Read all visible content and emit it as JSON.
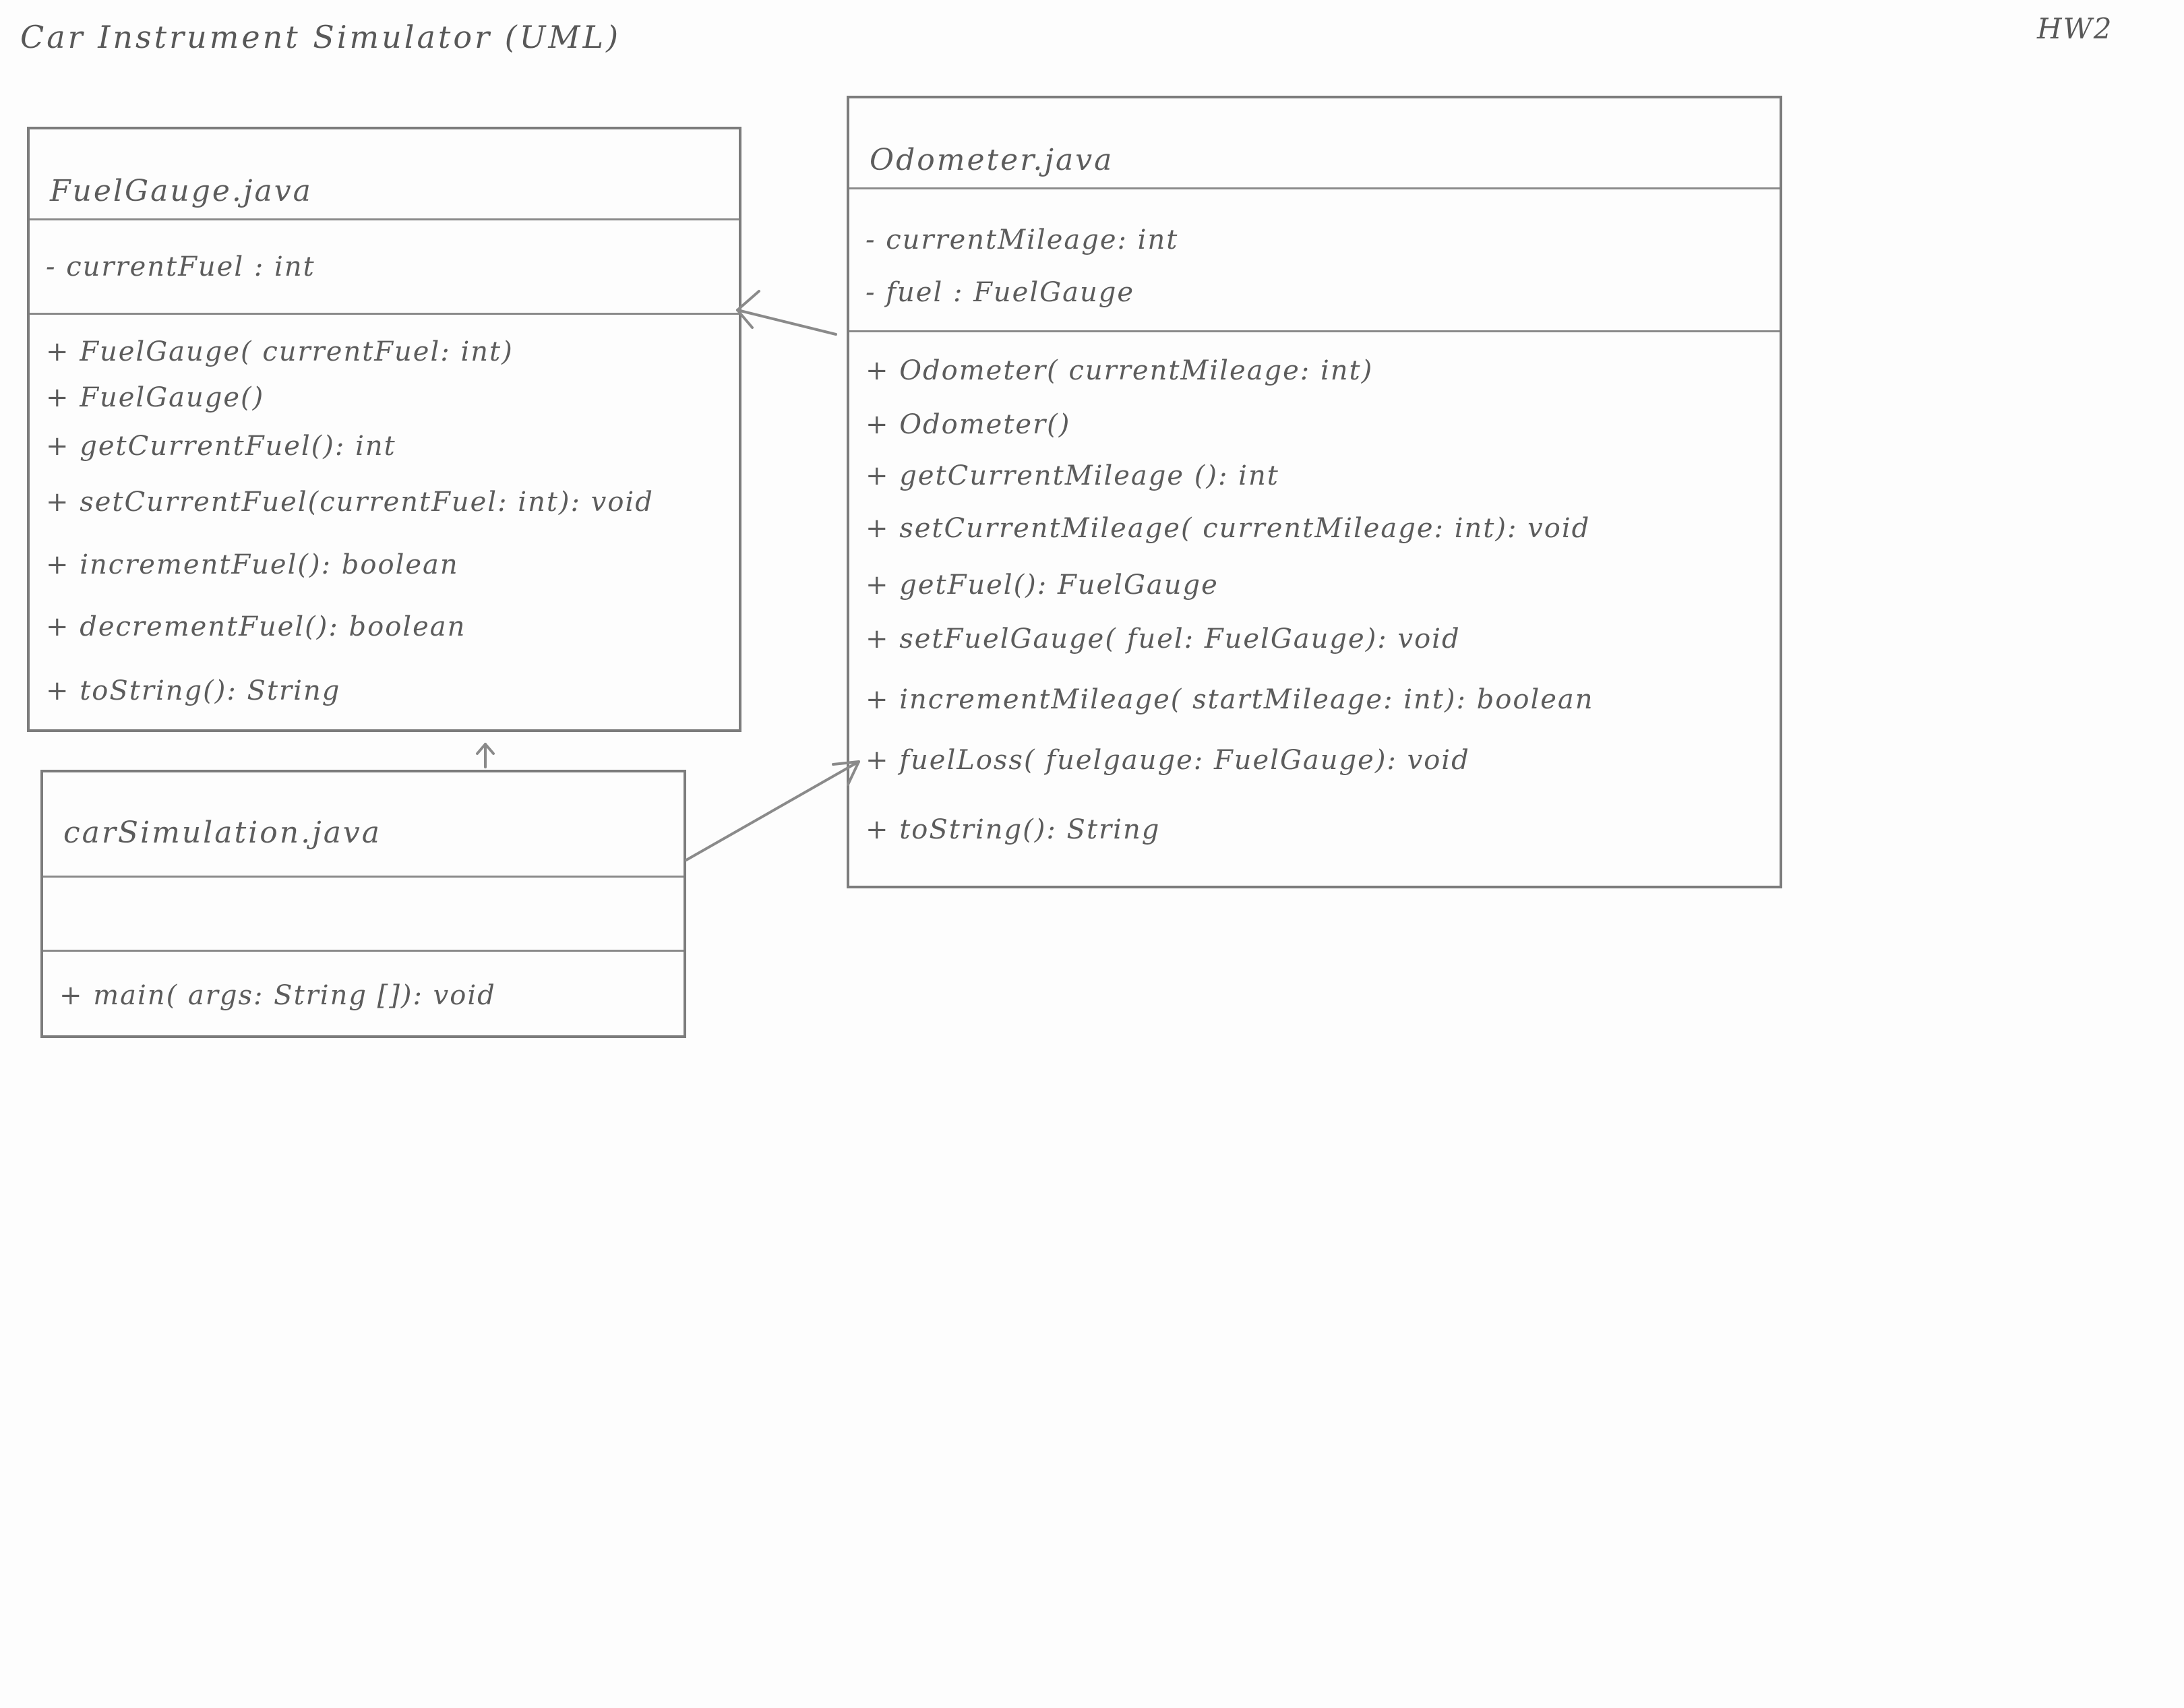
{
  "title": "Car Instrument Simulator (UML)",
  "corner_label": "HW2",
  "classes": {
    "fuel_gauge": {
      "name": "FuelGauge.java",
      "attributes": [
        "- currentFuel : int"
      ],
      "operations": [
        "+ FuelGauge( currentFuel: int)",
        "+ FuelGauge()",
        "+ getCurrentFuel(): int",
        "+ setCurrentFuel(currentFuel: int): void",
        "+ incrementFuel(): boolean",
        "+ decrementFuel(): boolean",
        "+ toString(): String"
      ]
    },
    "odometer": {
      "name": "Odometer.java",
      "attributes": [
        "- currentMileage: int",
        "- fuel : FuelGauge"
      ],
      "operations": [
        "+ Odometer( currentMileage: int)",
        "+ Odometer()",
        "+ getCurrentMileage (): int",
        "+ setCurrentMileage( currentMileage: int): void",
        "+ getFuel(): FuelGauge",
        "+ setFuelGauge( fuel: FuelGauge): void",
        "+ incrementMileage( startMileage: int): boolean",
        "+ fuelLoss( fuelgauge: FuelGauge): void",
        "+ toString(): String"
      ]
    },
    "car_simulation": {
      "name": "carSimulation.java",
      "attributes": [],
      "operations": [
        "+ main( args: String []): void"
      ]
    }
  },
  "relations": [
    {
      "from": "odometer",
      "to": "fuel_gauge",
      "style": "open-arrow"
    },
    {
      "from": "car_simulation",
      "to": "fuel_gauge",
      "style": "open-arrow"
    },
    {
      "from": "car_simulation",
      "to": "odometer",
      "style": "open-arrow"
    }
  ],
  "colors": {
    "pencil": "#7c7c7c",
    "paper": "#fdfdfd",
    "text": "#5a5a5a"
  }
}
